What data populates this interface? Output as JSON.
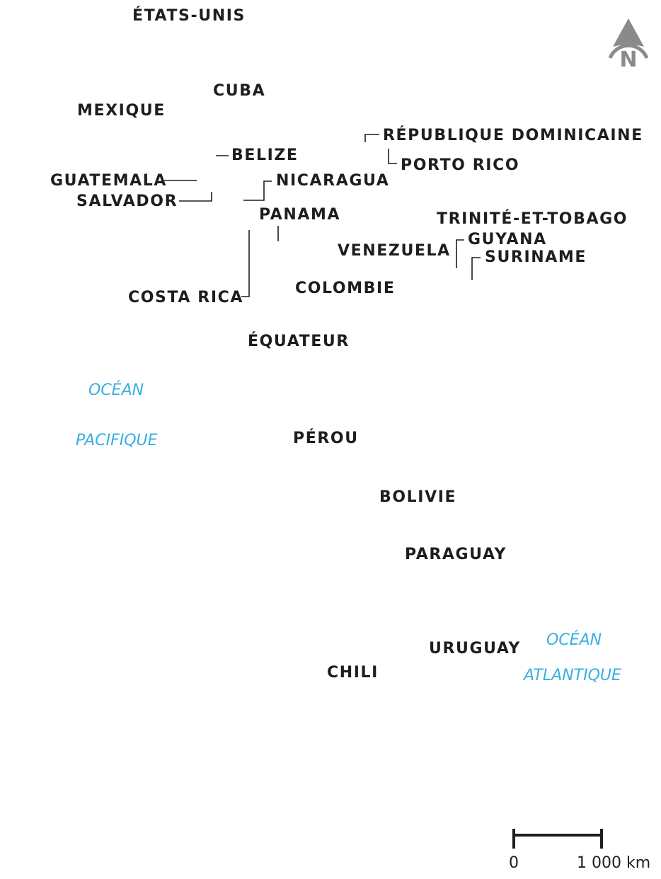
{
  "countries": {
    "usa": "ÉTATS-UNIS",
    "cuba": "CUBA",
    "mexico": "MEXIQUE",
    "dominican_republic": "RÉPUBLIQUE DOMINICAINE",
    "belize": "BELIZE",
    "puerto_rico": "PORTO RICO",
    "guatemala": "GUATEMALA",
    "nicaragua": "NICARAGUA",
    "salvador": "SALVADOR",
    "panama": "PANAMA",
    "trinidad": "TRINITÉ-ET-TOBAGO",
    "guyana": "GUYANA",
    "venezuela": "VENEZUELA",
    "suriname": "SURINAME",
    "colombia": "COLOMBIE",
    "costa_rica": "COSTA RICA",
    "ecuador": "ÉQUATEUR",
    "peru": "PÉROU",
    "bolivia": "BOLIVIE",
    "paraguay": "PARAGUAY",
    "uruguay": "URUGUAY",
    "chile": "CHILI"
  },
  "oceans": {
    "pacific_line1": "OCÉAN",
    "pacific_line2": "PACIFIQUE",
    "atlantic_line1": "OCÉAN",
    "atlantic_line2": "ATLANTIQUE"
  },
  "compass": {
    "label": "N",
    "icon": "north-arrow-icon"
  },
  "scale": {
    "start": "0",
    "end": "1 000 km"
  },
  "colors": {
    "text": "#1e1e1e",
    "ocean": "#3aaee0",
    "compass": "#8a8a8a"
  }
}
